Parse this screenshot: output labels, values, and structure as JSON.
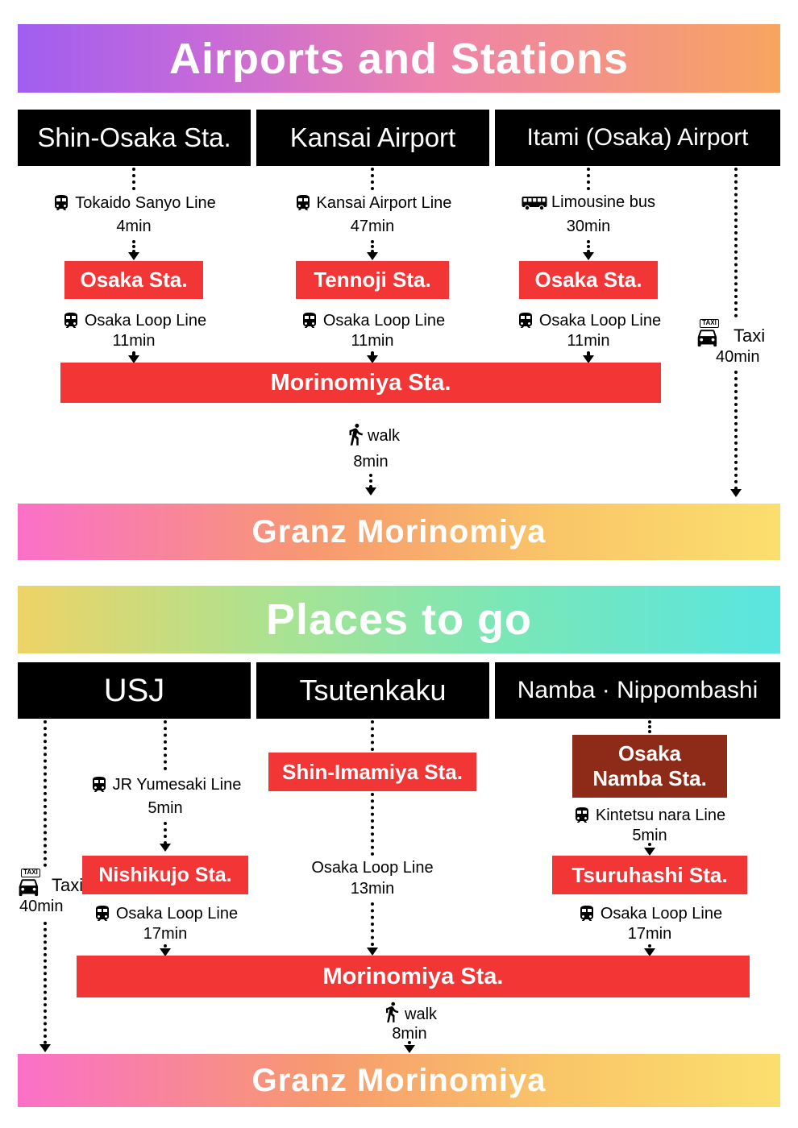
{
  "colors": {
    "accent_red": "#f23535",
    "dark_red": "#8e2a18",
    "black": "#000000",
    "banner1_gradient": [
      "#a05ef0",
      "#ee82ab",
      "#f8a55f"
    ],
    "granz_gradient": [
      "#fa70c8",
      "#f79a6e",
      "#fbdf6e"
    ],
    "banner2_gradient": [
      "#eed366",
      "#a8e393",
      "#59e5e0"
    ]
  },
  "section1": {
    "title": "Airports and Stations",
    "cols": [
      {
        "origin": "Shin-Osaka Sta.",
        "line1": "Tokaido Sanyo Line",
        "time1": "4min",
        "station": "Osaka Sta.",
        "line2": "Osaka Loop Line",
        "time2": "11min"
      },
      {
        "origin": "Kansai Airport",
        "line1": "Kansai Airport Line",
        "time1": "47min",
        "station": "Tennoji Sta.",
        "line2": "Osaka Loop Line",
        "time2": "11min"
      },
      {
        "origin": "Itami (Osaka) Airport",
        "line1": "Limousine bus",
        "time1": "30min",
        "station": "Osaka Sta.",
        "line2": "Osaka Loop Line",
        "time2": "11min"
      }
    ],
    "taxi_sign": "TAXI",
    "taxi_label": "Taxi",
    "taxi_time": "40min",
    "hub": "Morinomiya Sta.",
    "walk_label": "walk",
    "walk_time": "8min",
    "destination": "Granz Morinomiya"
  },
  "section2": {
    "title": "Places to go",
    "cols": [
      {
        "origin": "USJ",
        "line1": "JR Yumesaki Line",
        "time1": "5min",
        "station": "Nishikujo Sta.",
        "line2": "Osaka Loop Line",
        "time2": "17min"
      },
      {
        "origin": "Tsutenkaku",
        "station": "Shin-Imamiya Sta.",
        "line2": "Osaka Loop Line",
        "time2": "13min"
      },
      {
        "origin": "Namba · Nippombashi",
        "station1_l1": "Osaka",
        "station1_l2": "Namba Sta.",
        "line1": "Kintetsu nara Line",
        "time1": "5min",
        "station": "Tsuruhashi Sta.",
        "line2": "Osaka Loop Line",
        "time2": "17min"
      }
    ],
    "taxi_sign": "TAXI",
    "taxi_label": "Taxi",
    "taxi_time": "40min",
    "hub": "Morinomiya Sta.",
    "walk_label": "walk",
    "walk_time": "8min",
    "destination": "Granz Morinomiya"
  }
}
